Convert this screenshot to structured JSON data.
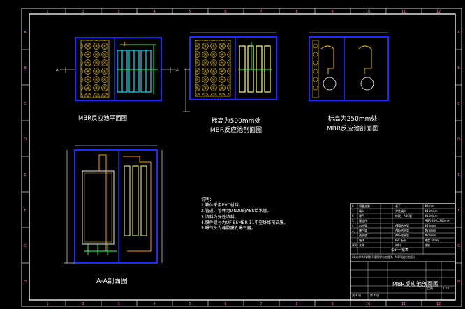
{
  "captions": {
    "plan": "MBR反应池平面图",
    "sec500_l1": "标高为500mm处",
    "sec500_l2": "MBR反应池剖面图",
    "sec250_l1": "标高为250mm处",
    "sec250_l2": "MBR反应池剖面图",
    "aa": "A-A剖面图"
  },
  "markers": {
    "a": "A"
  },
  "border_ticks": {
    "top": [
      "1",
      "2",
      "3",
      "4",
      "5",
      "6",
      "7",
      "8",
      "9",
      "10",
      "11",
      "12"
    ],
    "side": [
      "A",
      "B",
      "C",
      "D",
      "E",
      "F",
      "G",
      "H"
    ]
  },
  "notes": {
    "title": "说明：",
    "items": [
      "1.箱体采用PVC材料。",
      "2.管道、管件为DN20的ABS给水管。",
      "3.填料为弹性填料。",
      "4.膜件组号为UF-ESMBR-11中空纤维帘式膜。",
      "5.曝气头为橡胶膜孔曝气器。"
    ]
  },
  "title_block": {
    "table_rows": [
      [
        "8",
        "钢管支架",
        "",
        "若干",
        "Φ6mm"
      ],
      [
        "7",
        "填料",
        "",
        "弹性填料",
        "Φ150mm"
      ],
      [
        "6",
        "曝气",
        "",
        "橡胶、ABS管",
        "Φ150mm"
      ],
      [
        "5",
        "膜组件",
        "",
        "",
        "MBR 400×300mm"
      ],
      [
        "4",
        "出水管",
        "",
        "ABS给水管",
        "Φ20mm"
      ],
      [
        "3",
        "曝气管",
        "",
        "ABS给水管",
        "Φ20mm"
      ],
      [
        "2",
        "进水管",
        "",
        "ABS给水管",
        "Φ20mm"
      ],
      [
        "1",
        "箱体",
        "",
        "PVC板材",
        "厚度10mm"
      ]
    ],
    "header": [
      "序号",
      "名称",
      "",
      "材料",
      "规格"
    ],
    "design_label": "设计一览表",
    "school": "XX大学XX学院环境科学与工程系",
    "project": "MBR反应池设计",
    "drawing_title": "MBR反应池剖面图",
    "scale_label": "比例",
    "scale_value": "1:10",
    "sheet": "第 4 张",
    "total": "共 4 张"
  },
  "colors": {
    "frame": "#ffffff",
    "tank": "#1a2cff",
    "packing": "#d4b000",
    "membrane": "#ffff66",
    "pipe_cyan": "#00e5ff",
    "pipe_green": "#33ff66",
    "pipe_orange": "#ff9a00",
    "dim": "#ff4040"
  }
}
